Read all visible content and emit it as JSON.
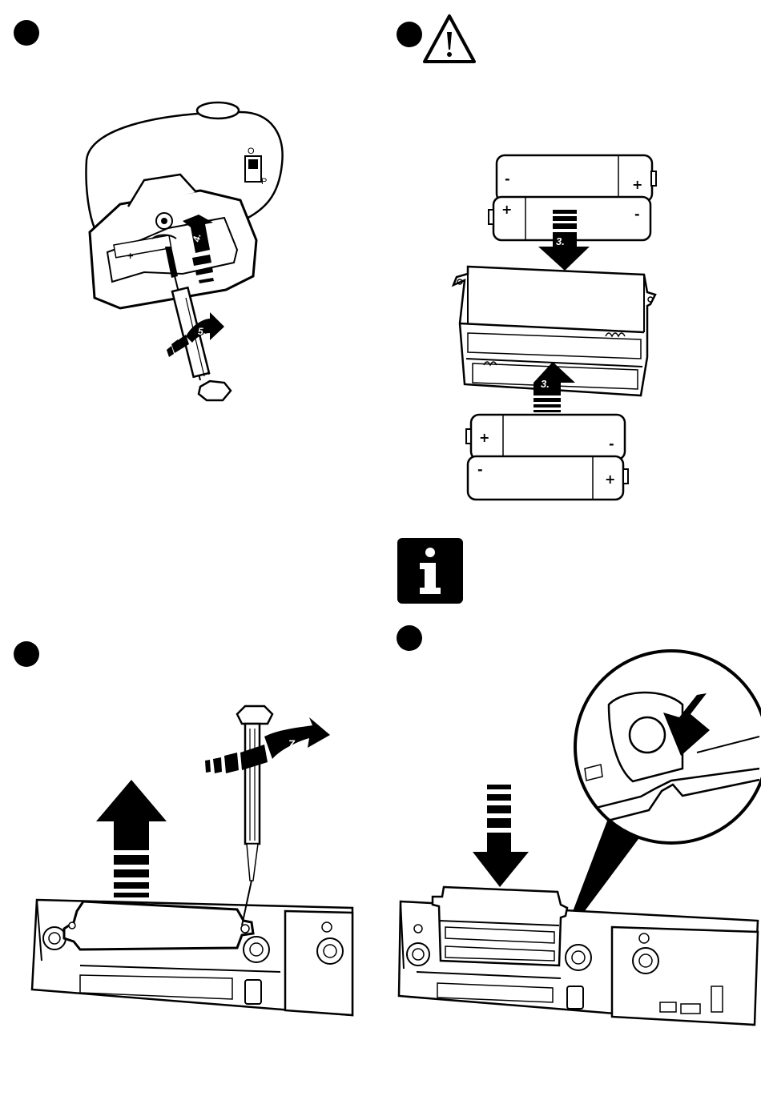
{
  "steps": {
    "step4": {
      "arrow_label": "4."
    },
    "step5": {
      "arrow_label": "5."
    },
    "step3": {
      "arrow_label_top": "3.",
      "arrow_label_bottom": "3."
    },
    "step7": {
      "arrow_label": "7."
    }
  },
  "battery_polarity": {
    "plus": "+",
    "minus": "-"
  },
  "remote": {
    "switch_on": "O",
    "switch_off": "P"
  },
  "icons": {
    "warning": "warning-triangle-icon",
    "info": "info-icon"
  },
  "colors": {
    "ink": "#000000",
    "paper": "#ffffff",
    "shade": "#e6e6e6"
  }
}
